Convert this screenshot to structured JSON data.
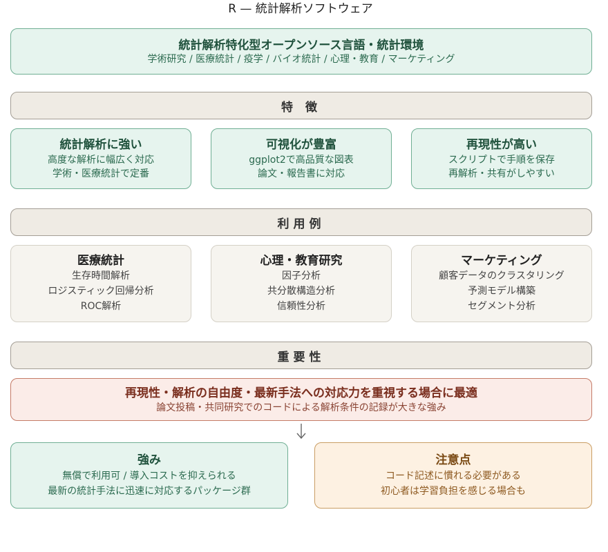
{
  "title": "R — 統計解析ソフトウェア",
  "header": {
    "title": "統計解析特化型オープンソース言語・統計環境",
    "subtitle": "学術研究 / 医療統計 / 疫学 / バイオ統計 / 心理・教育 / マーケティング"
  },
  "sections": {
    "features": "特 徴",
    "use_cases": "利用例",
    "importance": "重要性"
  },
  "features": [
    {
      "title": "統計解析に強い",
      "lines": [
        "高度な解析に幅広く対応",
        "学術・医療統計で定番"
      ]
    },
    {
      "title": "可視化が豊富",
      "lines": [
        "ggplot2で高品質な図表",
        "論文・報告書に対応"
      ]
    },
    {
      "title": "再現性が高い",
      "lines": [
        "スクリプトで手順を保存",
        "再解析・共有がしやすい"
      ]
    }
  ],
  "use_cases": [
    {
      "title": "医療統計",
      "lines": [
        "生存時間解析",
        "ロジスティック回帰分析",
        "ROC解析"
      ]
    },
    {
      "title": "心理・教育研究",
      "lines": [
        "因子分析",
        "共分散構造分析",
        "信頼性分析"
      ]
    },
    {
      "title": "マーケティング",
      "lines": [
        "顧客データのクラスタリング",
        "予測モデル構築",
        "セグメント分析"
      ]
    }
  ],
  "importance": {
    "title": "再現性・解析の自由度・最新手法への対応力を重視する場合に最適",
    "subtitle": "論文投稿・共同研究でのコードによる解析条件の記録が大きな強み"
  },
  "strengths": {
    "title": "強み",
    "lines": [
      "無償で利用可 / 導入コストを抑えられる",
      "最新の統計手法に迅速に対応するパッケージ群"
    ]
  },
  "cautions": {
    "title": "注意点",
    "lines": [
      "コード記述に慣れる必要がある",
      "初心者は学習負担を感じる場合も"
    ]
  },
  "colors": {
    "green_fill": "#e6f4ee",
    "green_border": "#6fae93",
    "beige_fill": "#efebe4",
    "pink_fill": "#fbece8",
    "orange_fill": "#fdf1e2"
  }
}
